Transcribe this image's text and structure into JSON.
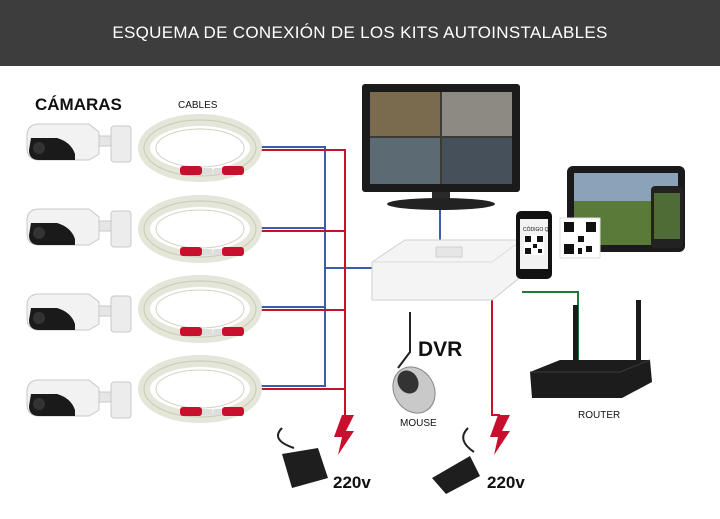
{
  "header": {
    "title": "ESQUEMA DE CONEXIÓN DE LOS KITS AUTOINSTALABLES"
  },
  "labels": {
    "cameras": "CÁMARAS",
    "cables": "CABLES",
    "dvr": "DVR",
    "mouse": "MOUSE",
    "router": "ROUTER",
    "power_1": "220v",
    "power_2": "220v",
    "qr_code": "CÓDIGO QR"
  },
  "colors": {
    "header_bg": "#3d3d3d",
    "video_line": "#3a5fa8",
    "power_line": "#c8102e",
    "network_line": "#1f7a3a"
  },
  "icons": [
    "camera-icon",
    "coax-cable-icon",
    "monitor-icon",
    "dvr-icon",
    "tablet-icon",
    "smartphone-icon",
    "qr-code-icon",
    "router-icon",
    "mouse-icon",
    "power-adapter-icon",
    "lightning-icon"
  ]
}
